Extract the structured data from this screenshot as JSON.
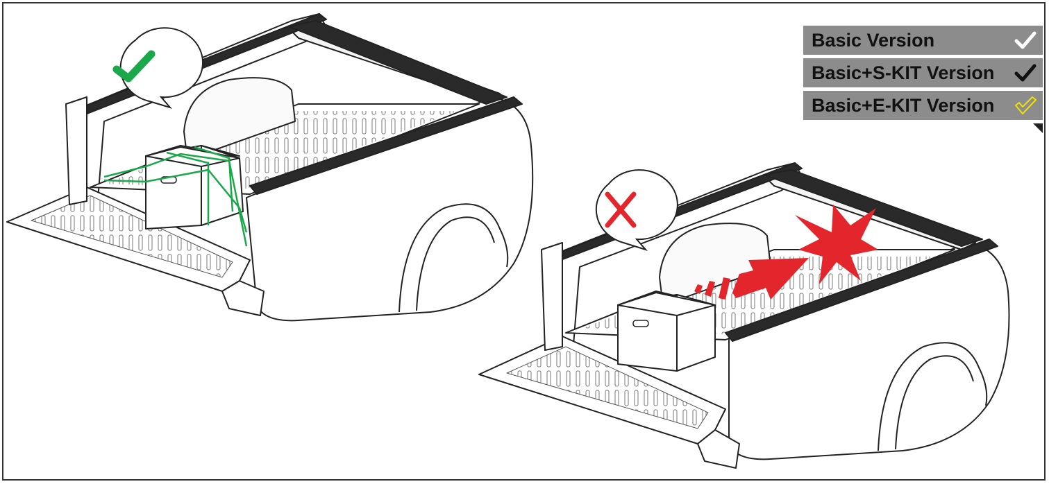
{
  "legend": {
    "rows": [
      {
        "label": "Basic Version",
        "check_color": "#ffffff",
        "check_icon": "check-icon"
      },
      {
        "label": "Basic+S-KIT Version",
        "check_color": "#111111",
        "check_icon": "check-icon"
      },
      {
        "label": "Basic+E-KIT Version",
        "check_color": "#f2e000",
        "check_icon": "check-outline-icon"
      }
    ]
  },
  "panels": [
    {
      "name": "correct-load",
      "marker": "check-icon",
      "marker_color": "#1aa84a",
      "strap_color": "#1aa84a"
    },
    {
      "name": "incorrect-load",
      "marker": "cross-icon",
      "marker_color": "#e3262b",
      "arrow_color": "#e3262b"
    }
  ],
  "colors": {
    "frame": "#333333",
    "rail": "#2a2a2a",
    "legend_bg": "#8c8c8c"
  }
}
